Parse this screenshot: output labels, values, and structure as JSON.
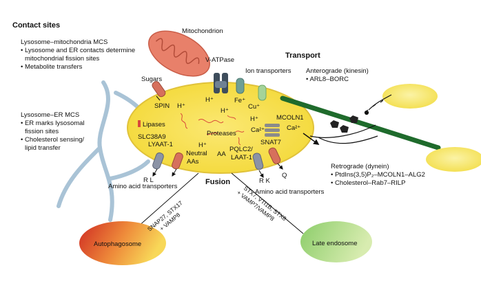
{
  "contact_sites": {
    "heading": "Contact sites",
    "lyso_mito_title": "Lysosome–mitochondria MCS",
    "lyso_mito_b1a": "• Lysosome and ER contacts determine",
    "lyso_mito_b1b": "mitochondrial fission sites",
    "lyso_mito_b2": "• Metabolite transfers",
    "lyso_er_title": "Lysosome–ER MCS",
    "lyso_er_b1a": "• ER marks lysosomal",
    "lyso_er_b1b": "fission sites",
    "lyso_er_b2a": "• Cholesterol sensing/",
    "lyso_er_b2b": "lipid transfer"
  },
  "mitochondrion_label": "Mitochondrion",
  "vatpase_label": "V-ATPase",
  "ion_transporters_label": "Ion transporters",
  "sugars_label": "Sugars",
  "spin_label": "SPIN",
  "lysosome": {
    "h_plus": "H⁺",
    "fe": "Fe⁺",
    "cu": "Cu⁺",
    "ca": "Ca²⁺",
    "lipases": "Lipases",
    "proteases": "Proteases",
    "aa": "AA"
  },
  "slc38a9_label": "SLC38A9",
  "lyaat1_label": "LYAAT-1",
  "neutral_label": "Neutral",
  "aas_label": "AAs",
  "pqlc2_label": "PQLC2/",
  "laat1_label": "LAAT-1",
  "snat7_label": "SNAT7",
  "mcoln1_label": "MCOLN1",
  "rl_label": "R L",
  "rk_label": "R K",
  "q_label": "Q",
  "aa_transporters_left": "Amino acid transporters",
  "aa_transporters_right": "Amino acid transporters",
  "fusion_label": "Fusion",
  "transport": {
    "heading": "Transport",
    "antero_title": "Anterograde (kinesin)",
    "antero_b1": "• ARL8–BORC",
    "retro_title": "Retrograde (dynein)",
    "retro_b1": "• PtdIns(3,5)P₂–MCOLN1–ALG2",
    "retro_b2": "• Cholesterol–Rab7–RILP"
  },
  "snare_left_1": "SNAP27, STX17",
  "snare_left_2": "+ VAMP8",
  "snare_right_1": "STX7, VTI1B, STX8",
  "snare_right_2": "+ VAMP7/VAMP8",
  "autophagosome_label": "Autophagosome",
  "late_endosome_label": "Late endosome",
  "colors": {
    "lysosome_fill": "#f6df4a",
    "lysosome_edge": "#e0c23a",
    "mitochondrion": "#e8806a",
    "microtubule": "#1f6b2c",
    "er": "#a9c3d6",
    "autophagosome": "#d93b2a",
    "late_endosome": "#7ac25a",
    "vesicle": "#f5e05a"
  }
}
